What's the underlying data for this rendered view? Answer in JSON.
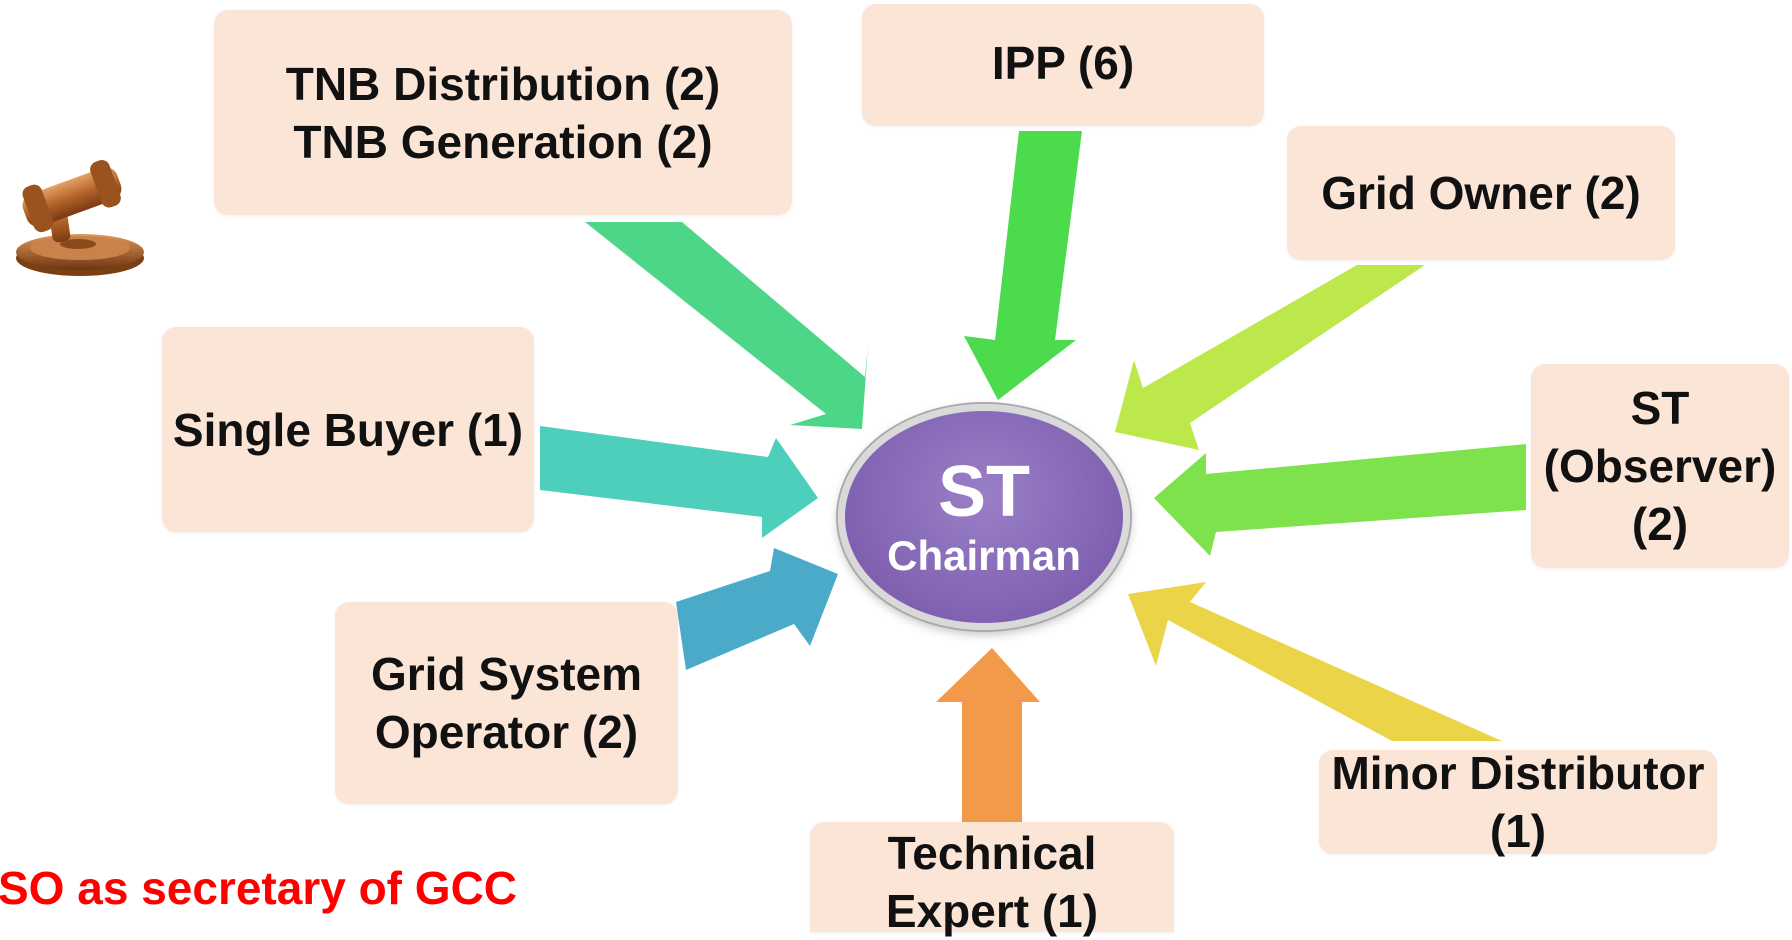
{
  "hub": {
    "title": "ST",
    "subtitle": "Chairman",
    "color": "#8466b4"
  },
  "box_color": "#fbe5d6",
  "boxes": {
    "tnb": {
      "line1": "TNB Distribution (2)",
      "line2": "TNB Generation (2)"
    },
    "ipp": {
      "line1": "IPP (6)"
    },
    "grid_owner": {
      "line1": "Grid Owner (2)"
    },
    "single_buyer": {
      "line1": "Single Buyer (1)"
    },
    "st_observer": {
      "line1": "ST",
      "line2": "(Observer)",
      "line3": "(2)"
    },
    "gso": {
      "line1": "Grid System",
      "line2": "Operator (2)"
    },
    "minor_distributor": {
      "line1": "Minor Distributor",
      "line2": "(1)"
    },
    "technical_expert": {
      "line1": "Technical",
      "line2": "Expert (1)"
    }
  },
  "note": {
    "text": "SO as secretary of GCC",
    "color": "#ff0000"
  },
  "arrow_colors": {
    "tnb": "#4dd688",
    "ipp": "#4cdb4c",
    "grid_owner": "#bde84b",
    "single_buyer": "#4dcfbc",
    "st_observer": "#7ee24d",
    "gso": "#4aaac8",
    "minor_distributor": "#ecd448",
    "technical_expert": "#f39a4a"
  },
  "icons": {
    "gavel": "gavel-icon"
  }
}
